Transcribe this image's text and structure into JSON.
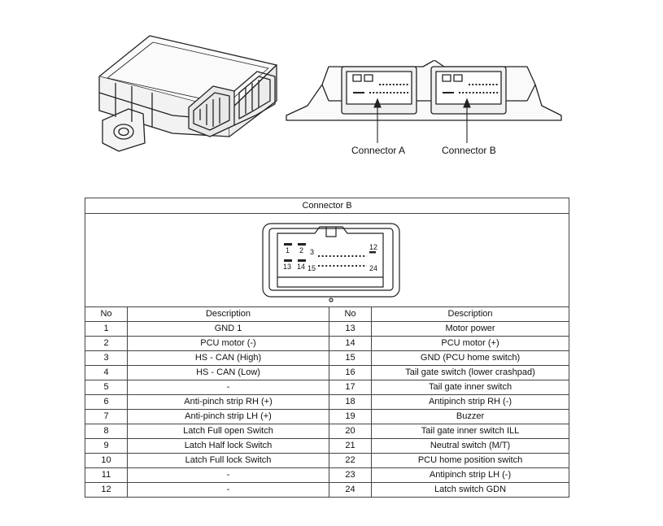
{
  "callouts": {
    "connector_a": "Connector A",
    "connector_b": "Connector B"
  },
  "table": {
    "title": "Connector B",
    "headers": {
      "no_left": "No",
      "desc_left": "Description",
      "no_right": "No",
      "desc_right": "Description"
    },
    "rows": [
      {
        "no1": "1",
        "d1": "GND 1",
        "no2": "13",
        "d2": "Motor power"
      },
      {
        "no1": "2",
        "d1": "PCU motor (-)",
        "no2": "14",
        "d2": "PCU motor (+)"
      },
      {
        "no1": "3",
        "d1": "HS - CAN (High)",
        "no2": "15",
        "d2": "GND (PCU home switch)"
      },
      {
        "no1": "4",
        "d1": "HS - CAN (Low)",
        "no2": "16",
        "d2": "Tail gate switch (lower crashpad)"
      },
      {
        "no1": "5",
        "d1": "-",
        "no2": "17",
        "d2": "Tail gate inner switch"
      },
      {
        "no1": "6",
        "d1": "Anti-pinch strip RH (+)",
        "no2": "18",
        "d2": "Antipinch strip RH (-)"
      },
      {
        "no1": "7",
        "d1": "Anti-pinch strip LH (+)",
        "no2": "19",
        "d2": "Buzzer"
      },
      {
        "no1": "8",
        "d1": "Latch Full open Switch",
        "no2": "20",
        "d2": "Tail gate inner switch ILL"
      },
      {
        "no1": "9",
        "d1": "Latch Half lock Switch",
        "no2": "21",
        "d2": "Neutral switch (M/T)"
      },
      {
        "no1": "10",
        "d1": "Latch Full lock Switch",
        "no2": "22",
        "d2": "PCU home position switch"
      },
      {
        "no1": "11",
        "d1": "-",
        "no2": "23",
        "d2": "Antipinch strip LH (-)"
      },
      {
        "no1": "12",
        "d1": "-",
        "no2": "24",
        "d2": "Latch switch GDN"
      }
    ]
  },
  "connector_face_labels": {
    "p1": "1",
    "p2": "2",
    "p3": "3",
    "p12": "12",
    "p13": "13",
    "p14": "14",
    "p15": "15",
    "p24": "24"
  }
}
